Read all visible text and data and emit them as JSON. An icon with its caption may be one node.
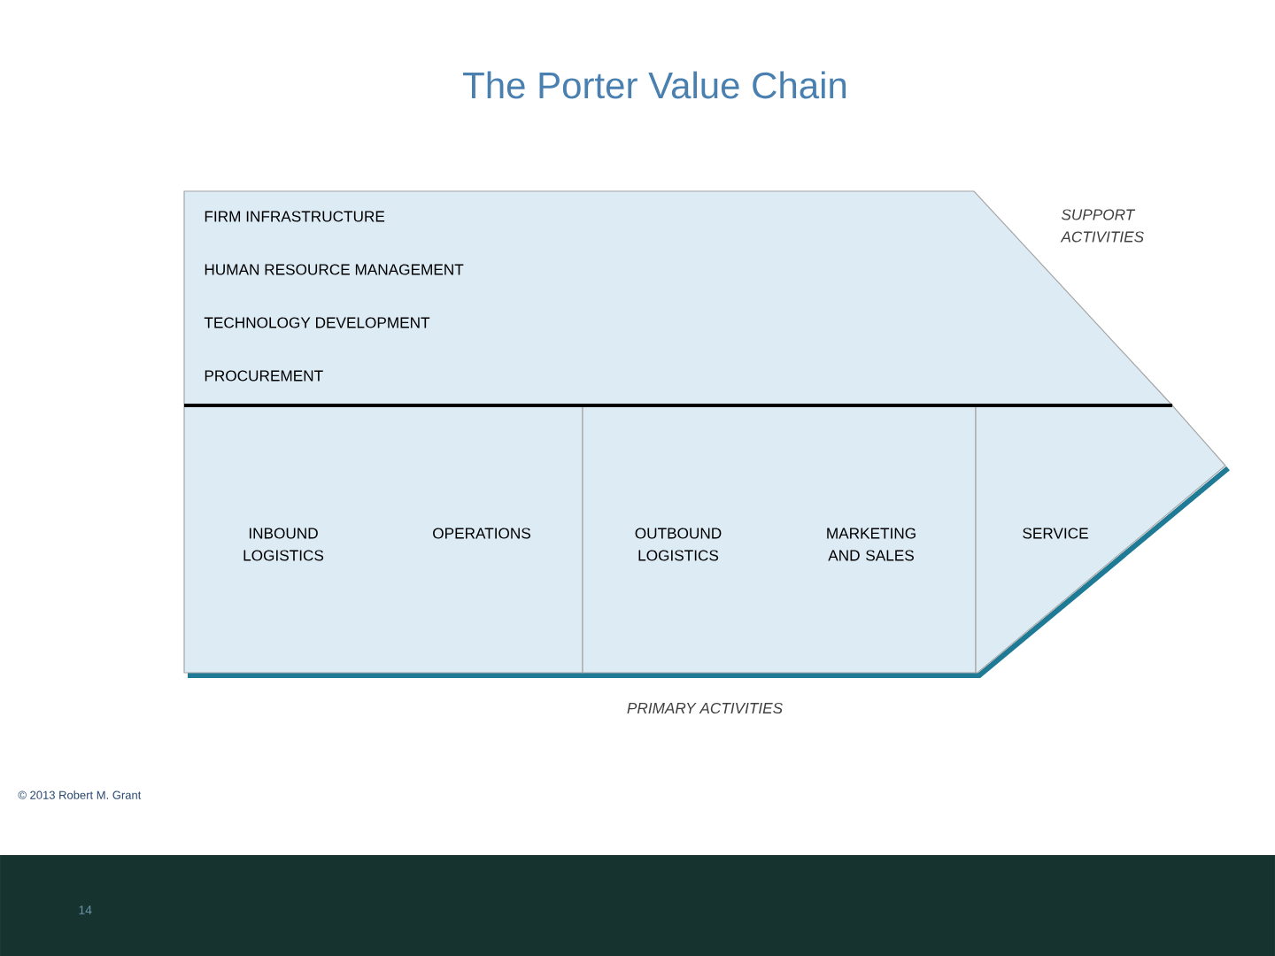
{
  "diagram": {
    "title": "The Porter Value Chain",
    "nodes": [
      {
        "text": [
          "FIRM INFRASTRUCTURE",
          "HUMAN RESOURCE MANAGEMENT",
          "TECHNOLOGY DEVELOPMENT",
          "PROCUREMENT"
        ],
        "beside": [
          "SUPPORT ACTIVITIES"
        ]
      },
      {
        "text": [
          "INBOUND LOGISTICS",
          "OPERATIONS"
        ]
      },
      {
        "text": [
          "OUTBOUND LOGISTICS",
          "MARKETING AND SALES"
        ]
      },
      {
        "text": [
          "SERVICE"
        ]
      }
    ],
    "labels": [
      "PRIMARY ACTIVITIES",
      "© 2013 Robert M. Grant",
      "14"
    ]
  }
}
